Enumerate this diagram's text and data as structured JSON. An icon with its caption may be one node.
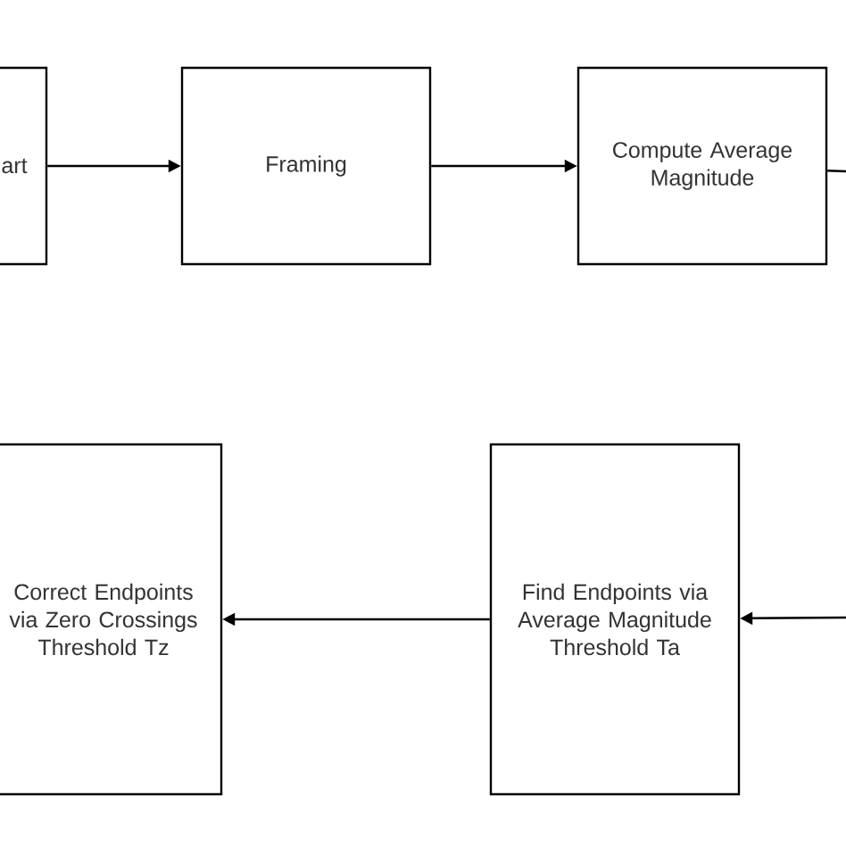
{
  "diagram": {
    "nodes": [
      {
        "text": [
          "art"
        ]
      },
      {
        "text": [
          "Framing"
        ]
      },
      {
        "text": [
          "Compute Average Magnitude"
        ]
      },
      {
        "text": [
          "Find Endpoints via Average Magnitude Threshold Ta"
        ]
      },
      {
        "text": [
          "Correct Endpoints via Zero Crossings Threshold Tz"
        ]
      }
    ],
    "edges": [
      {
        "from": 0,
        "to": 1,
        "arrow": "to"
      },
      {
        "from": 1,
        "to": 2,
        "arrow": "to"
      },
      {
        "from": 2,
        "to": null,
        "arrow": "none"
      },
      {
        "from": null,
        "to": 3,
        "arrow": "to"
      },
      {
        "from": 3,
        "to": 4,
        "arrow": "to"
      }
    ]
  }
}
